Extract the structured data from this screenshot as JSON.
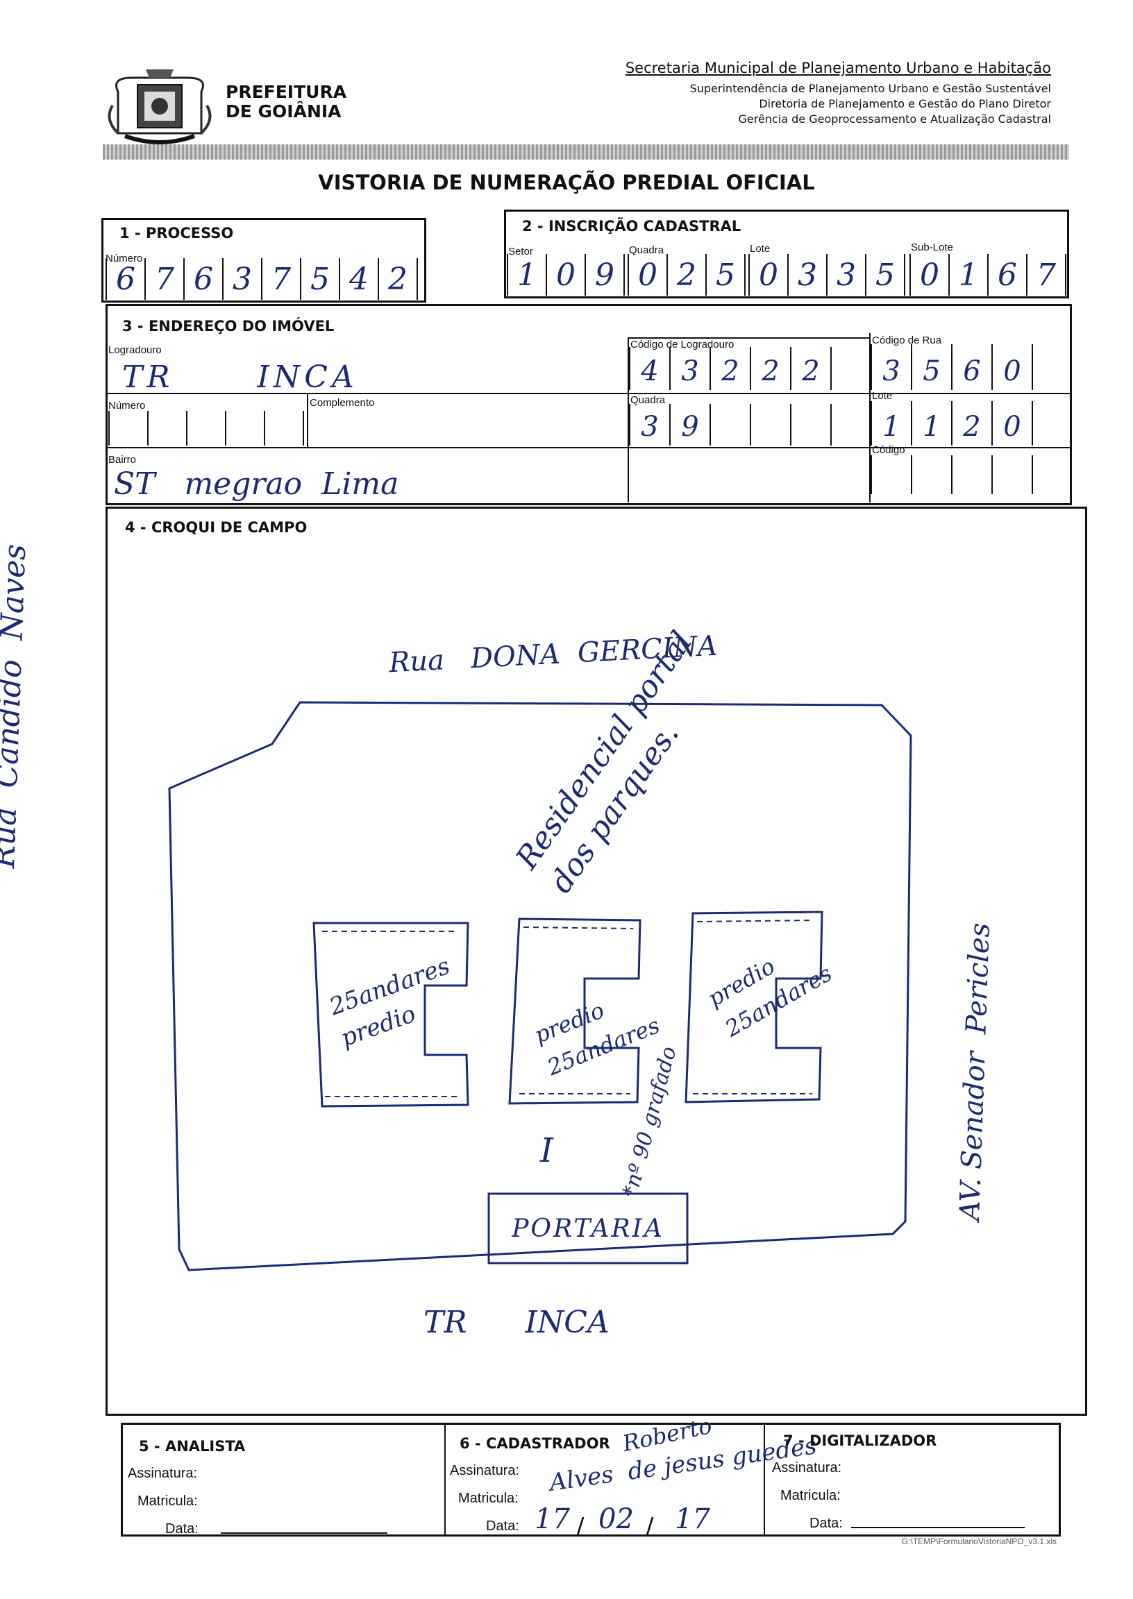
{
  "header": {
    "brand_line1": "PREFEITURA",
    "brand_line2": "DE GOIÂNIA",
    "secretaria": "Secretaria Municipal de Planejamento Urbano e Habitação",
    "line2": "Superintendência de Planejamento Urbano e Gestão Sustentável",
    "line3": "Diretoria de Planejamento e Gestão do Plano Diretor",
    "line4": "Gerência de Geoprocessamento e Atualização Cadastral"
  },
  "title": "VISTORIA DE NUMERAÇÃO PREDIAL OFICIAL",
  "processo": {
    "title": "1 - PROCESSO",
    "numero_label": "Número",
    "digits": [
      "6",
      "7",
      "6",
      "3",
      "7",
      "5",
      "4",
      "2"
    ]
  },
  "inscricao": {
    "title": "2 - INSCRIÇÃO CADASTRAL",
    "setor_label": "Setor",
    "quadra_label": "Quadra",
    "lote_label": "Lote",
    "sublote_label": "Sub-Lote",
    "setor": [
      "1",
      "0",
      "9"
    ],
    "quadra": [
      "0",
      "2",
      "5"
    ],
    "lote": [
      "0",
      "3",
      "3",
      "5"
    ],
    "sublote": [
      "0",
      "1",
      "6",
      "7"
    ]
  },
  "endereco": {
    "title": "3 - ENDEREÇO DO IMÓVEL",
    "logradouro_label": "Logradouro",
    "logradouro": "TR      INCA",
    "cod_logradouro_label": "Código de Logradouro",
    "cod_logradouro": [
      "4",
      "3",
      "2",
      "2",
      "2"
    ],
    "cod_rua_label": "Código de Rua",
    "cod_rua": [
      "3",
      "5",
      "6",
      "0"
    ],
    "numero_label": "Número",
    "complemento_label": "Complemento",
    "quadra_label": "Quadra",
    "quadra": [
      "3",
      "9",
      "",
      "",
      ""
    ],
    "lote_label": "Lote",
    "lote": [
      "1",
      "1",
      "2",
      "0"
    ],
    "bairro_label": "Bairro",
    "bairro": "ST   megrao  Lima",
    "codigo_label": "Código"
  },
  "croqui": {
    "title": "4 - CROQUI DE CAMPO",
    "street_top": "Rua   DONA  GERCINA",
    "street_left": "Rua  Candido  Naves",
    "street_right": "AV. Senador  Pericles",
    "street_bottom": "TR      INCA",
    "residencial": "Residencial portal dos parques.",
    "building1": "25andares predio",
    "building2": "predio 25andares",
    "building3": "predio 25andares",
    "marker": "I",
    "note": "*nº 90 grafado",
    "portaria": "PORTARIA"
  },
  "analista": {
    "title": "5 - ANALISTA",
    "assinatura": "Assinatura:",
    "matricula": "Matricula:",
    "data": "Data:"
  },
  "cadastrador": {
    "title": "6 - CADASTRADOR",
    "name": "Roberto",
    "assinatura": "Assinatura:",
    "signature": "Alves  de jesus guedes",
    "matricula": "Matricula:",
    "data": "Data:",
    "date_day": "17",
    "date_month": "02",
    "date_year": "17"
  },
  "digitalizador": {
    "title": "7 - DIGITALIZADOR",
    "assinatura": "Assinatura:",
    "matricula": "Matricula:",
    "data": "Data:"
  },
  "footer_path": "G:\\TEMP\\FormularioVistoriaNPO_v3.1.xls",
  "colors": {
    "ink": "#1c2a72",
    "print": "#111111"
  }
}
